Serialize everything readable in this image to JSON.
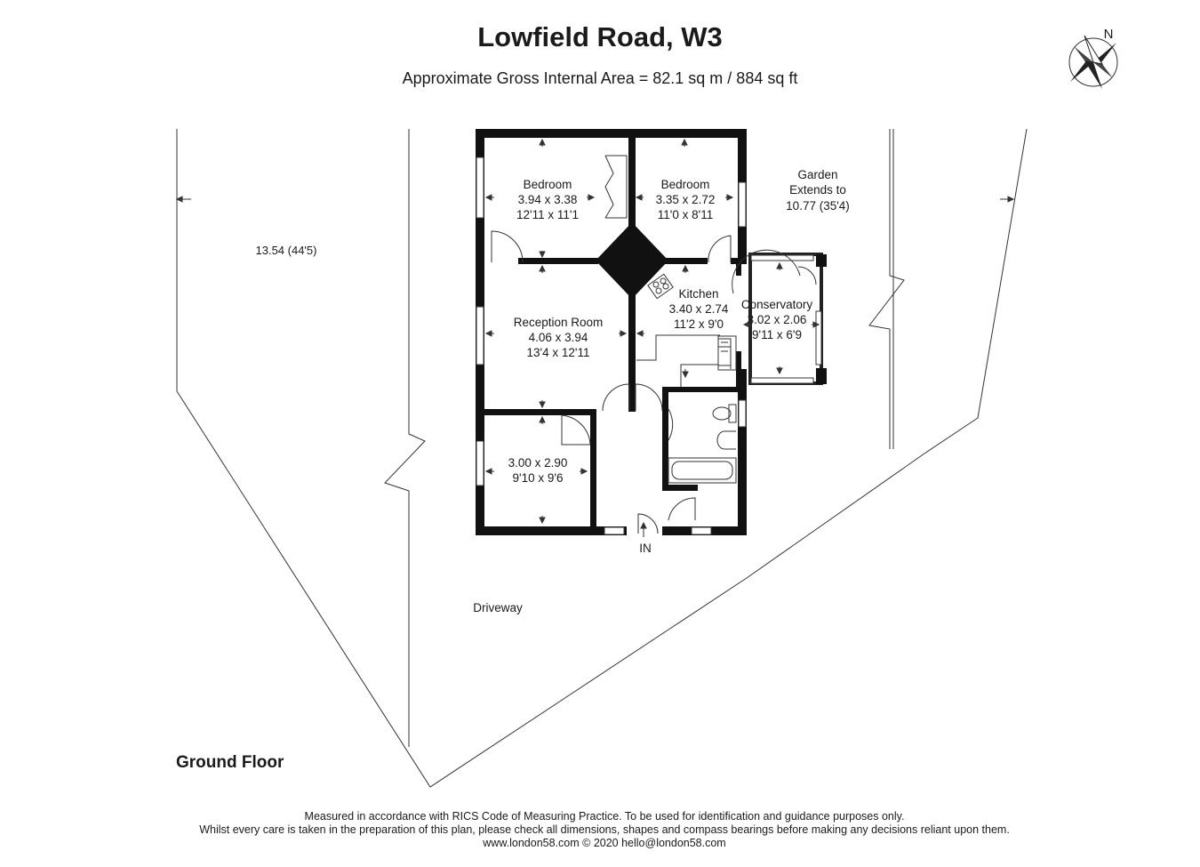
{
  "header": {
    "title": "Lowfield Road, W3",
    "subtitle": "Approximate Gross Internal Area = 82.1 sq m / 884 sq ft"
  },
  "compass": {
    "label": "N"
  },
  "rooms": {
    "bedroom1": {
      "name": "Bedroom",
      "metric": "3.94 x 3.38",
      "imperial": "12'11 x 11'1"
    },
    "bedroom2": {
      "name": "Bedroom",
      "metric": "3.35 x 2.72",
      "imperial": "11'0 x 8'11"
    },
    "garden": {
      "line1": "Garden",
      "line2": "Extends to",
      "line3": "10.77 (35'4)"
    },
    "kitchen": {
      "name": "Kitchen",
      "metric": "3.40 x 2.74",
      "imperial": "11'2 x 9'0"
    },
    "conservatory": {
      "name": "Conservatory",
      "metric": "3.02 x 2.06",
      "imperial": "9'11 x 6'9"
    },
    "reception": {
      "name": "Reception Room",
      "metric": "4.06 x 3.94",
      "imperial": "13'4 x 12'11"
    },
    "room_small": {
      "metric": "3.00 x 2.90",
      "imperial": "9'10 x 9'6"
    }
  },
  "labels": {
    "left_plot": "13.54 (44'5)",
    "entrance": "IN",
    "driveway": "Driveway",
    "floor": "Ground Floor"
  },
  "footer": {
    "line1": "Measured in accordance with RICS Code of Measuring Practice. To be used for identification and guidance purposes only.",
    "line2": "Whilst every care is taken in the preparation of this plan, please check all dimensions, shapes and compass bearings before making any decisions reliant upon them.",
    "line3": "www.london58.com © 2020 hello@london58.com"
  }
}
